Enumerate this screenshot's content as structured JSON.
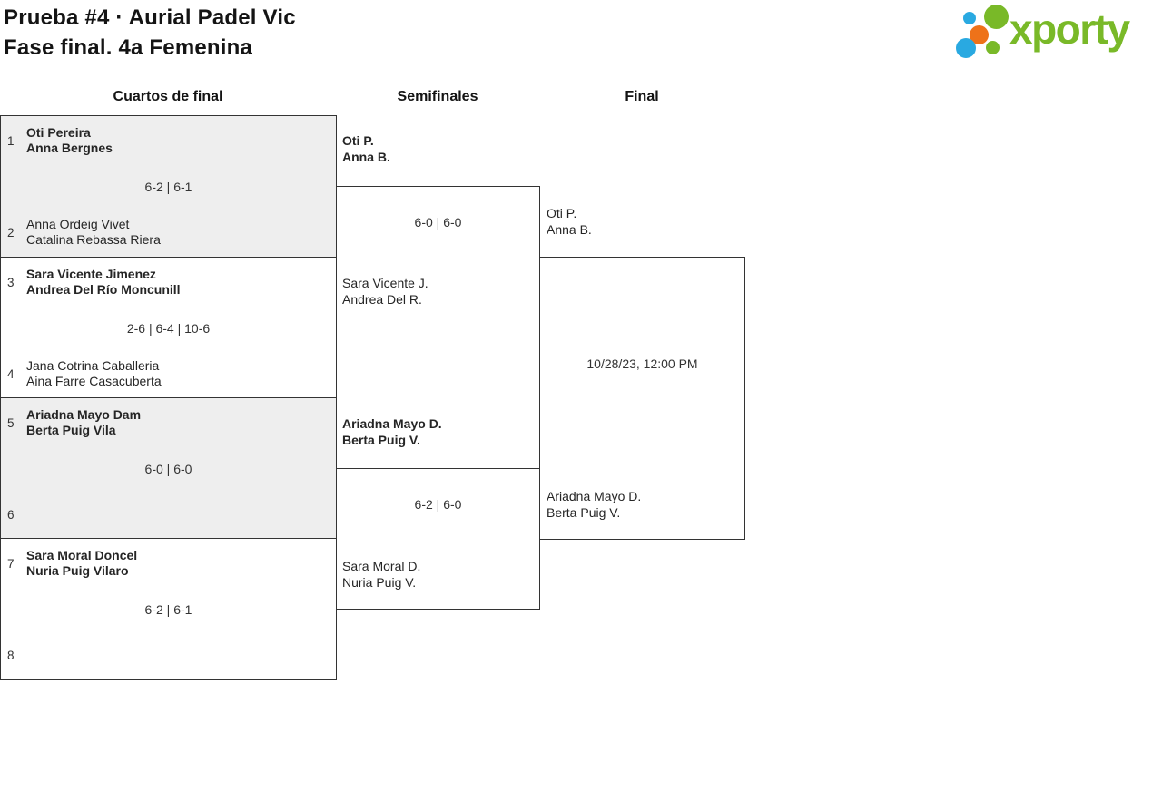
{
  "page": {
    "title_line1": "Prueba #4 · Aurial Padel Vic",
    "title_line2": "Fase final. 4a Femenina"
  },
  "logo": {
    "text": "xporty",
    "green": "#79b928",
    "blue": "#29a9e1",
    "orange": "#ee7219"
  },
  "round_headers": {
    "quarterfinals": "Cuartos de final",
    "semifinals": "Semifinales",
    "final": "Final"
  },
  "quarterfinals": [
    {
      "seed_top": "1",
      "team_top": [
        "Oti Pereira",
        "Anna Bergnes"
      ],
      "score": "6-2 | 6-1",
      "seed_bottom": "2",
      "team_bottom": [
        "Anna Ordeig Vivet",
        "Catalina Rebassa Riera"
      ]
    },
    {
      "seed_top": "3",
      "team_top": [
        "Sara Vicente Jimenez",
        "Andrea Del Río Moncunill"
      ],
      "score": "2-6 | 6-4 | 10-6",
      "seed_bottom": "4",
      "team_bottom": [
        "Jana Cotrina Caballeria",
        "Aina Farre Casacuberta"
      ]
    },
    {
      "seed_top": "5",
      "team_top": [
        "Ariadna Mayo Dam",
        "Berta Puig Vila"
      ],
      "score": "6-0 | 6-0",
      "seed_bottom": "6",
      "team_bottom": [
        "",
        ""
      ]
    },
    {
      "seed_top": "7",
      "team_top": [
        "Sara Moral Doncel",
        "Nuria Puig Vilaro"
      ],
      "score": "6-2 | 6-1",
      "seed_bottom": "8",
      "team_bottom": [
        "",
        ""
      ]
    }
  ],
  "semifinals": [
    {
      "team_top": [
        "Oti P.",
        "Anna B."
      ],
      "score": "6-0 | 6-0",
      "team_bottom": [
        "Sara Vicente J.",
        "Andrea Del R."
      ]
    },
    {
      "team_top": [
        "Ariadna Mayo D.",
        "Berta Puig V."
      ],
      "score": "6-2 | 6-0",
      "team_bottom": [
        "Sara Moral D.",
        "Nuria Puig V."
      ]
    }
  ],
  "final": {
    "team_top": [
      "Oti P.",
      "Anna B."
    ],
    "schedule": "10/28/23, 12:00 PM",
    "team_bottom": [
      "Ariadna Mayo D.",
      "Berta Puig V."
    ]
  },
  "colors": {
    "box_fill_alt": "#eeeeee",
    "border": "#333333",
    "text": "#2d2d2d"
  }
}
